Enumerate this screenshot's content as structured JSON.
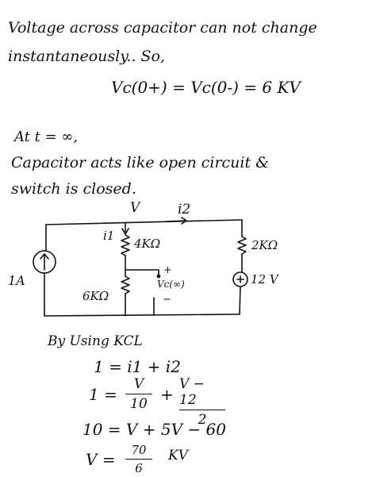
{
  "intro": {
    "line1": "Voltage across capacitor can not change",
    "line2": "instantaneously.. So,",
    "initial_eq": "Vc(0+) = Vc(0-) = 6 KV"
  },
  "steady": {
    "line1": "At t = ∞,",
    "line2": "Capacitor acts like open circuit &",
    "line3": "switch is closed."
  },
  "circuit": {
    "node_label": "V",
    "current_i2": "i2",
    "current_i1": "i1",
    "r_4k": "4KΩ",
    "r_2k": "2KΩ",
    "r_6k": "6KΩ",
    "source_12v": "12 V",
    "source_1a": "1A",
    "cap_plus": "+",
    "cap_label": "Vc(∞)",
    "cap_minus": "−"
  },
  "kcl": {
    "heading": "By Using KCL",
    "eq1": "1 = i1 + i2",
    "eq2_lhs": "1 =",
    "eq2_f1_num": "V",
    "eq2_f1_den": "10",
    "eq2_plus": "+",
    "eq2_f2_num": "V − 12",
    "eq2_f2_den": "2",
    "eq3": "10 = V + 5V − 60",
    "eq4_lhs": "V =",
    "eq4_num": "70",
    "eq4_den": "6",
    "eq4_unit": "KV"
  }
}
